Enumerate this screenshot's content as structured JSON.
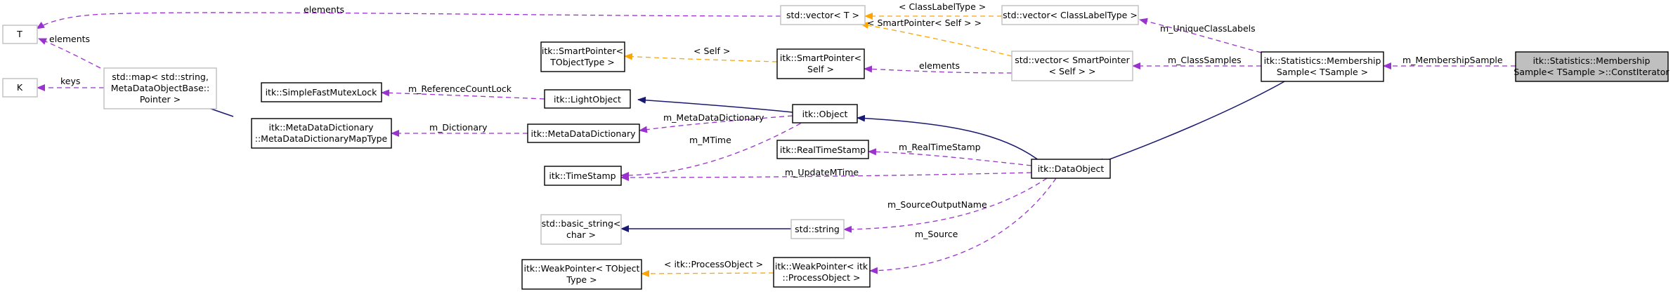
{
  "nodes": {
    "focus": [
      "itk::Statistics::Membership",
      "Sample< TSample >::ConstIterator"
    ],
    "membership_sample": [
      "itk::Statistics::Membership",
      "Sample< TSample >"
    ],
    "vector_class_label_type": [
      "std::vector< ClassLabelType >"
    ],
    "vector_t": [
      "std::vector< T >"
    ],
    "vector_smartpointer_self": [
      "std::vector< SmartPointer",
      "< Self > >"
    ],
    "t": [
      "T"
    ],
    "k": [
      "K"
    ],
    "std_map": [
      "std::map< std::string,",
      "MetaDataObjectBase::",
      "Pointer >"
    ],
    "smartpointer_tobjecttype": [
      "itk::SmartPointer<",
      "TObjectType >"
    ],
    "smartpointer_self": [
      "itk::SmartPointer<",
      "Self >"
    ],
    "simple_fast_mutex_lock": [
      "itk::SimpleFastMutexLock"
    ],
    "light_object": [
      "itk::LightObject"
    ],
    "object": [
      "itk::Object"
    ],
    "meta_data_dictionary_map_type": [
      "itk::MetaDataDictionary",
      "::MetaDataDictionaryMapType"
    ],
    "meta_data_dictionary": [
      "itk::MetaDataDictionary"
    ],
    "real_time_stamp": [
      "itk::RealTimeStamp"
    ],
    "time_stamp": [
      "itk::TimeStamp"
    ],
    "data_object": [
      "itk::DataObject"
    ],
    "basic_string": [
      "std::basic_string<",
      "char >"
    ],
    "std_string": [
      "std::string"
    ],
    "weakpointer_tobject": [
      "itk::WeakPointer< TObject",
      "Type >"
    ],
    "weakpointer_processobject": [
      "itk::WeakPointer< itk",
      "::ProcessObject >"
    ]
  },
  "edges": {
    "m_membership_sample": "m_MembershipSample",
    "m_unique_class_labels": "m_UniqueClassLabels",
    "m_class_samples": "m_ClassSamples",
    "class_label_type": "< ClassLabelType >",
    "smartpointer_self_args": "< SmartPointer< Self > >",
    "elements_top": "elements",
    "elements_t": "elements",
    "keys": "keys",
    "self_arg": "< Self >",
    "elements_sp": "elements",
    "m_reference_count_lock": "m_ReferenceCountLock",
    "m_meta_data_dictionary": "m_MetaDataDictionary",
    "m_dictionary": "m_Dictionary",
    "m_mtime": "m_MTime",
    "m_real_time_stamp": "m_RealTimeStamp",
    "m_update_mtime": "m_UpdateMTime",
    "m_source_output_name": "m_SourceOutputName",
    "m_source": "m_Source",
    "process_object_arg": "< itk::ProcessObject >"
  },
  "colors": {
    "member_edge": "#9a32cd",
    "template_edge": "#ffa500",
    "inherit_edge": "#191970",
    "focus_fill": "#bfbfbf",
    "external_border": "#bfbfbf"
  }
}
